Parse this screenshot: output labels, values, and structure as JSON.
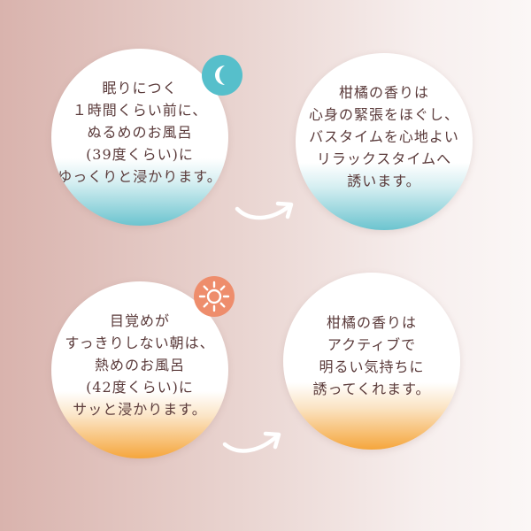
{
  "steps": [
    {
      "id": "night-bath-tip",
      "text": "眠りにつく\n１時間くらい前に、\nぬるめのお風呂\n(39度くらい)に\nゆっくりと浸かります。",
      "icon": "moon-icon",
      "accent": "#6cc4cf"
    },
    {
      "id": "night-effect",
      "text": "柑橘の香りは\n心身の緊張をほぐし、\nバスタイムを心地よい\nリラックスタイムへ\n誘います。",
      "accent": "#6cc4cf"
    },
    {
      "id": "morning-bath-tip",
      "text": "目覚めが\nすっきりしない朝は、\n熱めのお風呂\n(42度くらい)に\nサッと浸かります。",
      "icon": "sun-icon",
      "accent": "#f5a63c"
    },
    {
      "id": "morning-effect",
      "text": "柑橘の香りは\nアクティブで\n明るい気持ちに\n誘ってくれます。",
      "accent": "#f5a63c"
    }
  ],
  "colors": {
    "text": "#5a3a3a",
    "moon_badge": "#56bfcb",
    "sun_badge": "#ee8d6c",
    "arrow": "#ffffff"
  }
}
